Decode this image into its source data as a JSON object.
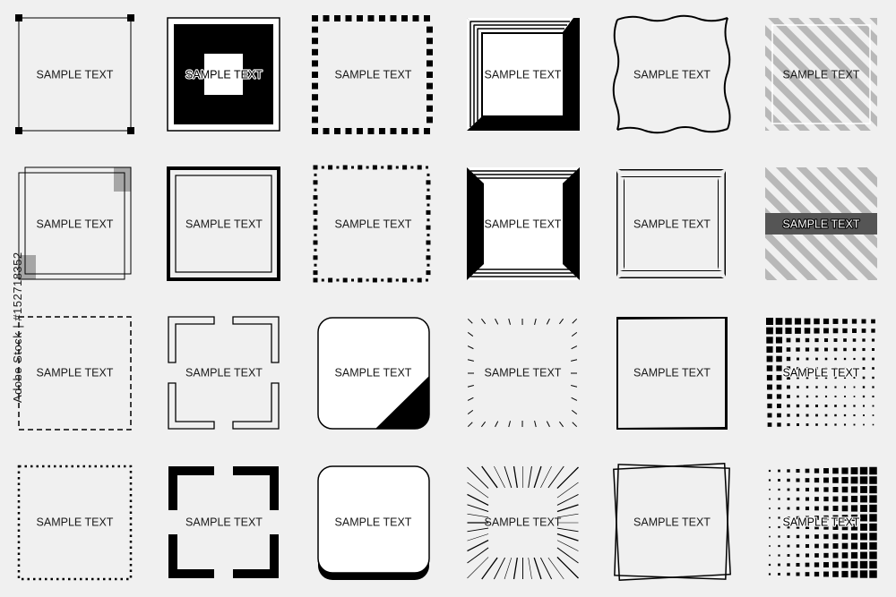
{
  "frame_text": "SAMPLE TEXT",
  "stock_id": "Adobe Stock | #152718352",
  "colors": {
    "background": "#f0f0f0",
    "ink": "#000000",
    "gray": "#a6a6a6",
    "light_gray": "#c8c8c8"
  },
  "frames": [
    {
      "style": "corner-dots-thin"
    },
    {
      "style": "black-inset-box"
    },
    {
      "style": "square-dot-chain"
    },
    {
      "style": "3d-left-bevel-stripes"
    },
    {
      "style": "wavy-border"
    },
    {
      "style": "gray-stripes-white-panel"
    },
    {
      "style": "offset-double-gray-corners"
    },
    {
      "style": "thick-double-line"
    },
    {
      "style": "dot-dash-chain"
    },
    {
      "style": "3d-bevel-black"
    },
    {
      "style": "tapered-lines"
    },
    {
      "style": "gray-stripes-banner"
    },
    {
      "style": "dashed"
    },
    {
      "style": "outline-corner-brackets"
    },
    {
      "style": "rounded-black-corner"
    },
    {
      "style": "sunburst-ticks-square"
    },
    {
      "style": "tapered-square"
    },
    {
      "style": "halftone-squares"
    },
    {
      "style": "dotted"
    },
    {
      "style": "thick-corner-brackets"
    },
    {
      "style": "rounded-shadow"
    },
    {
      "style": "sunburst-rays"
    },
    {
      "style": "rotated-double-frame"
    },
    {
      "style": "halftone-gradient"
    }
  ]
}
